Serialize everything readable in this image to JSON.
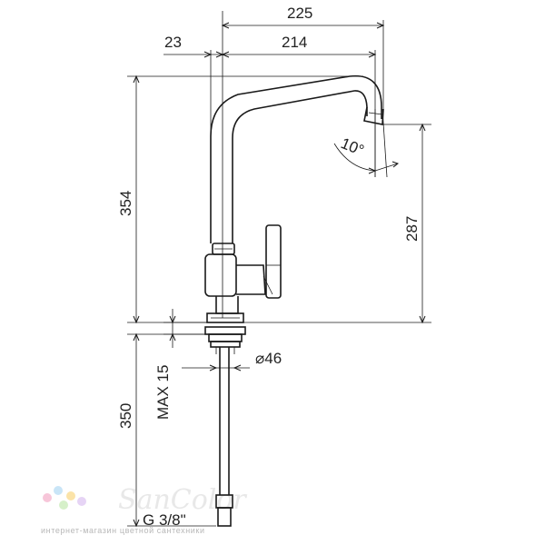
{
  "dimensions": {
    "overall_reach": "225",
    "base_offset": "23",
    "spout_reach": "214",
    "total_height": "354",
    "spout_height": "287",
    "swivel_angle": "10°",
    "max_thickness": "MAX 15",
    "hole_diameter": "⌀46",
    "hose_length": "350",
    "connection_thread": "G 3/8\""
  },
  "watermark": {
    "brand": "SanColor",
    "tagline": "интернет-магазин цветной сантехники",
    "dot_colors": [
      "#f7c6d9",
      "#c9e5f7",
      "#fbe3a8",
      "#d6f0c9",
      "#e6d4f5"
    ]
  }
}
